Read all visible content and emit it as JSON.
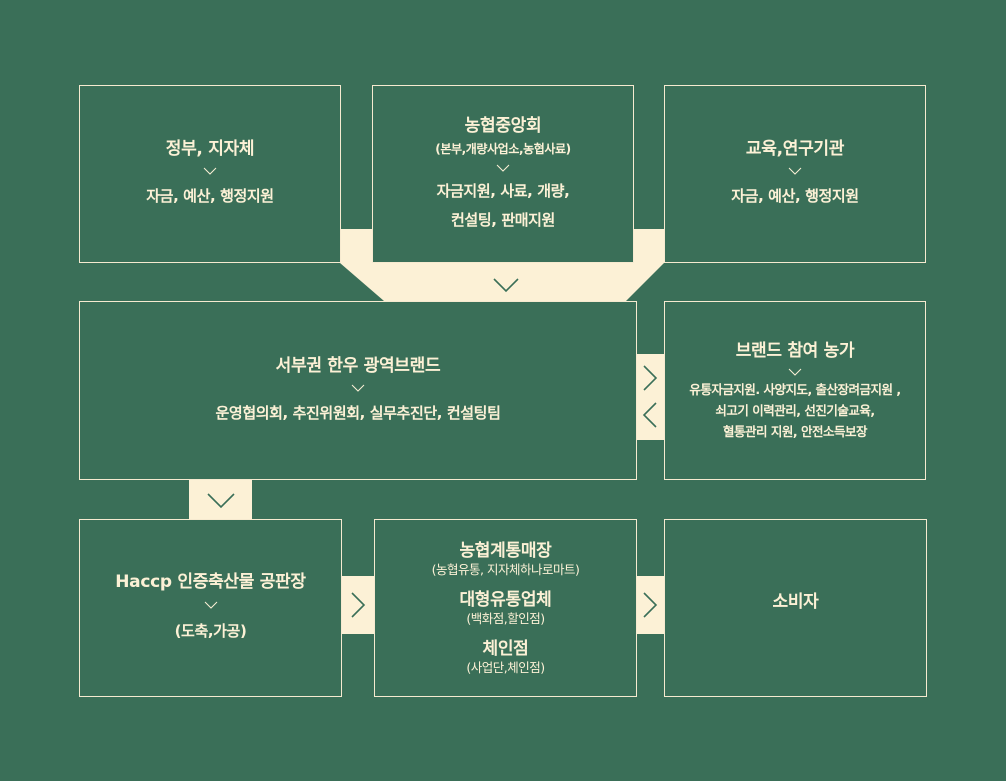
{
  "top_row": [
    {
      "title": "정부, 지자체",
      "sub": "",
      "desc": [
        "자금, 예산, 행정지원"
      ]
    },
    {
      "title": "농협중앙회",
      "sub": "(본부,개량사업소,농협사료)",
      "desc": [
        "자금지원, 사료, 개량,",
        "컨설팅, 판매지원"
      ]
    },
    {
      "title": "교육,연구기관",
      "sub": "",
      "desc": [
        "자금, 예산, 행정지원"
      ]
    }
  ],
  "middle_row": [
    {
      "title": "서부권 한우 광역브랜드",
      "desc": [
        "운영협의회, 추진위원회, 실무추진단, 컨설팅팀"
      ]
    },
    {
      "title": "브랜드 참여 농가",
      "desc": [
        "유통자금지원. 사양지도, 출산장려금지원 ,",
        "쇠고기 이력관리, 선진기술교육,",
        "혈통관리 지원, 안전소득보장"
      ]
    }
  ],
  "bottom_row": {
    "processing": {
      "title": "Haccp 인증축산물 공판장",
      "desc": "(도축,가공)"
    },
    "outlets": [
      {
        "title": "농협계통매장",
        "sub": "(농협유통, 지자체하나로마트)"
      },
      {
        "title": "대형유통업체",
        "sub": "(백화점,할인점)"
      },
      {
        "title": "체인점",
        "sub": "(사업단,체인점)"
      }
    ],
    "consumer": {
      "title": "소비자"
    }
  },
  "colors": {
    "background": "#3a6f58",
    "accent": "#fcf1d6",
    "line": "#f6ead0"
  },
  "icons": {
    "connector": "chevron-icon"
  }
}
